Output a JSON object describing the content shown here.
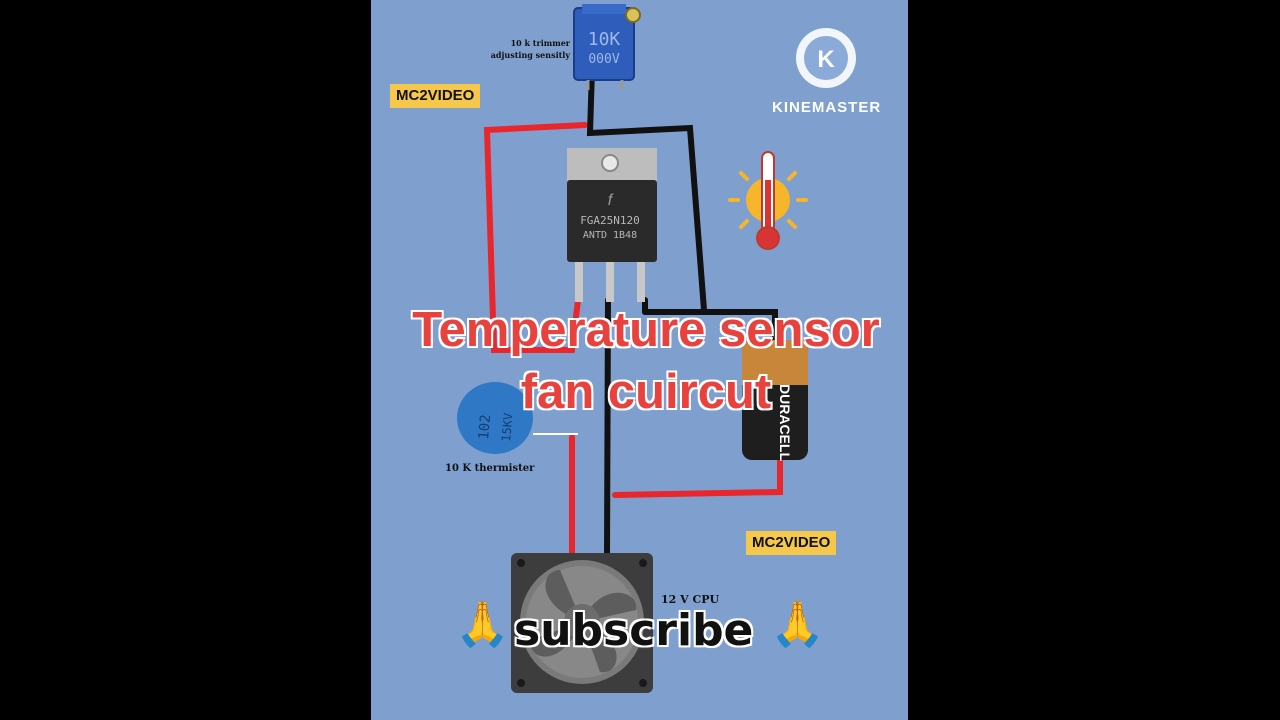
{
  "labels": {
    "trimmer": "10 k trimmer\nadjusting sensitly",
    "watermark_top": "MC2VIDEO",
    "watermark_bottom": "MC2VIDEO",
    "kinemaster": "KINEMASTER",
    "thermistor": "10 K thermister",
    "fan": "12 V CPU",
    "title_line1": "Temperature sensor",
    "title_line2": "fan cuircut",
    "subscribe": "subscribe"
  },
  "components": {
    "transistor": {
      "line1": "FGA25N120",
      "line2": "ANTD   1B48"
    },
    "trimmer_marking": {
      "line1": "10K",
      "line2": "000V"
    },
    "thermistor_marking": {
      "line1": "102",
      "line2": "15KV"
    },
    "battery_brand": "DURACELL"
  },
  "icons": {
    "thermometer": "thermometer-sun-icon",
    "pray_left": "praying-hands-icon",
    "pray_right": "praying-hands-icon",
    "kinemaster_logo": "kinemaster-logo-icon"
  },
  "colors": {
    "panel": "#7fa0cf",
    "wire_red": "#e8262b",
    "wire_black": "#111111",
    "tag": "#f5c84c",
    "title_red": "#e8423f"
  }
}
